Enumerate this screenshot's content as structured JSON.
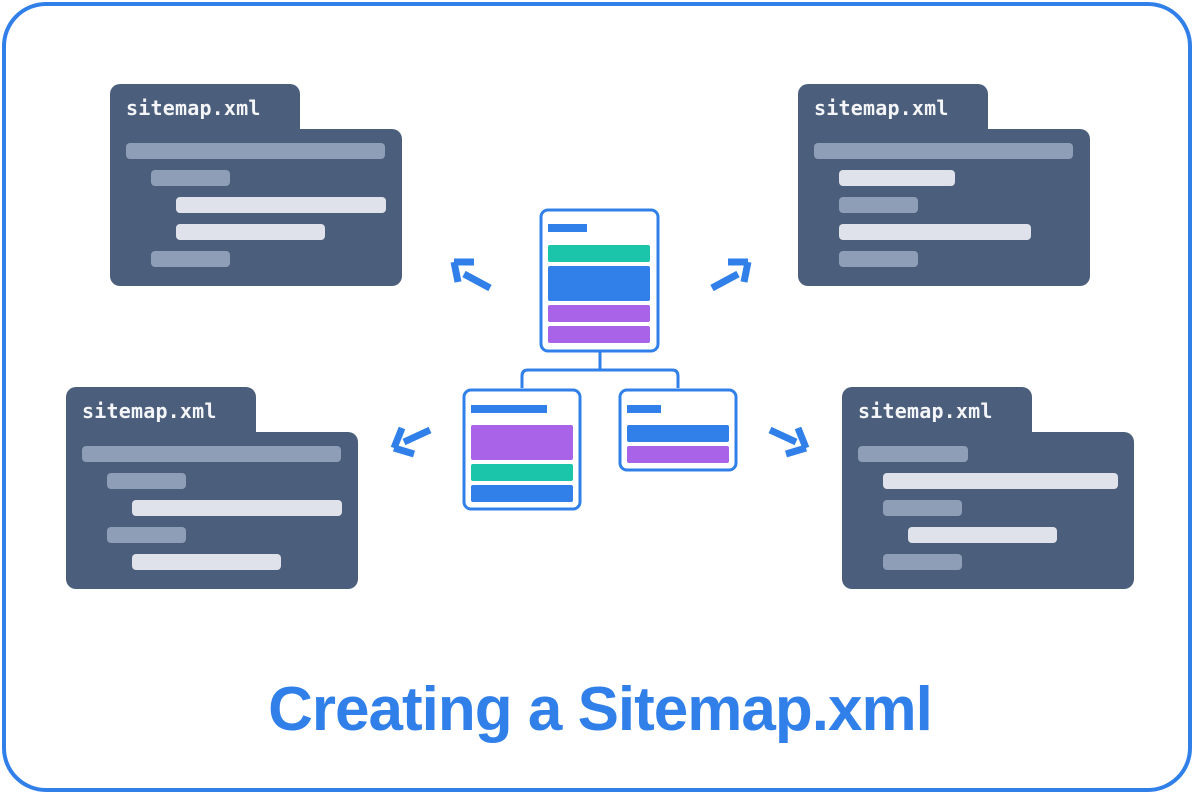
{
  "title": "Creating a Sitemap.xml",
  "colors": {
    "accent": "#3180ea",
    "folder": "#4b5e7b",
    "bar_dim": "#8d9eb6",
    "bar_light": "#dfe2ea",
    "teal": "#1bc5a9",
    "purple": "#a863e8"
  },
  "folders": [
    {
      "label": "sitemap.xml",
      "position": "top-left"
    },
    {
      "label": "sitemap.xml",
      "position": "top-right"
    },
    {
      "label": "sitemap.xml",
      "position": "bottom-left"
    },
    {
      "label": "sitemap.xml",
      "position": "bottom-right"
    }
  ],
  "icons": {
    "arrow_up_left": "arrow-up-left-icon",
    "arrow_up_right": "arrow-up-right-icon",
    "arrow_left": "arrow-down-left-icon",
    "arrow_right": "arrow-down-right-icon"
  }
}
